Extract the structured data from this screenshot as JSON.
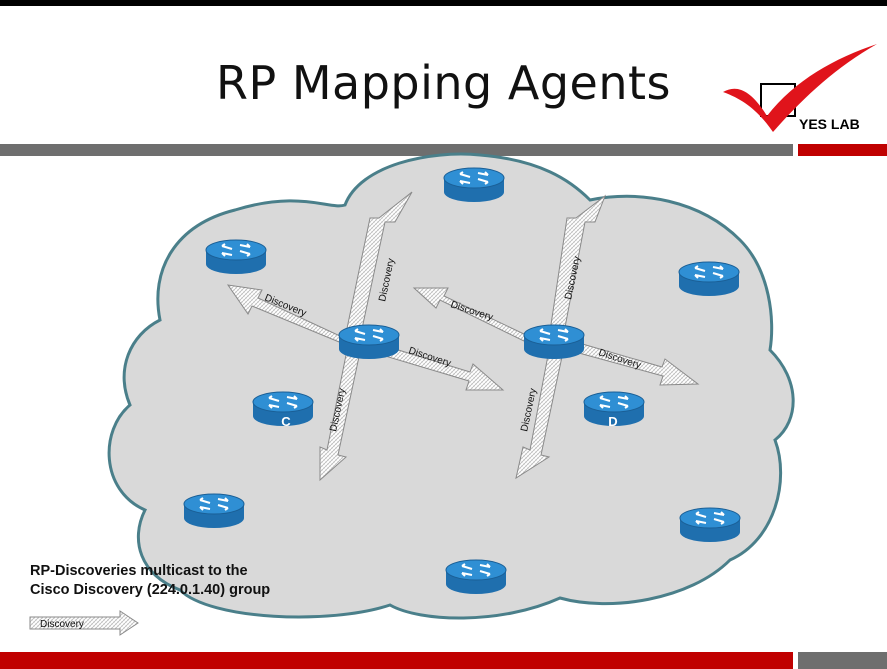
{
  "title": "RP Mapping Agents",
  "logo": {
    "text": "YES LAB",
    "check_color": "#e0141b"
  },
  "colors": {
    "cloud_fill": "#d9d9d9",
    "cloud_stroke": "#4a7f8a",
    "router_blue": "#1f7fc4",
    "router_top": "#4aa5e0",
    "accent_red": "#c00000",
    "accent_gray": "#6e6e6e"
  },
  "routers": {
    "c_label": "C",
    "d_label": "D"
  },
  "arrows": {
    "label": "Discovery"
  },
  "caption": {
    "line1": "RP-Discoveries multicast to the",
    "line2": "Cisco Discovery (224.0.1.40) group"
  },
  "legend": {
    "label": "Discovery"
  }
}
